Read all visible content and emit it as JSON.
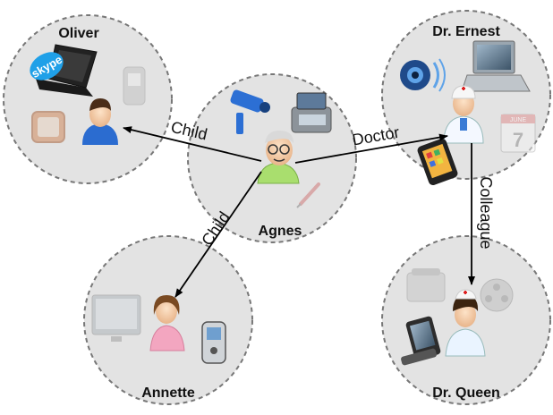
{
  "nodes": {
    "oliver": {
      "label": "Oliver"
    },
    "ernest": {
      "label": "Dr. Ernest"
    },
    "agnes": {
      "label": "Agnes"
    },
    "annette": {
      "label": "Annette"
    },
    "queen": {
      "label": "Dr. Queen"
    }
  },
  "edges": {
    "agnes_oliver": {
      "label": "Child"
    },
    "agnes_ernest": {
      "label": "Doctor"
    },
    "agnes_annette": {
      "label": "Child"
    },
    "ernest_queen": {
      "label": "Colleague"
    }
  },
  "devices": {
    "skype": "skype",
    "calendar_month": "JUNE",
    "calendar_day": "7"
  },
  "colors": {
    "circle_fill": "#e3e3e3",
    "circle_stroke": "#777777",
    "arrow": "#000000"
  }
}
